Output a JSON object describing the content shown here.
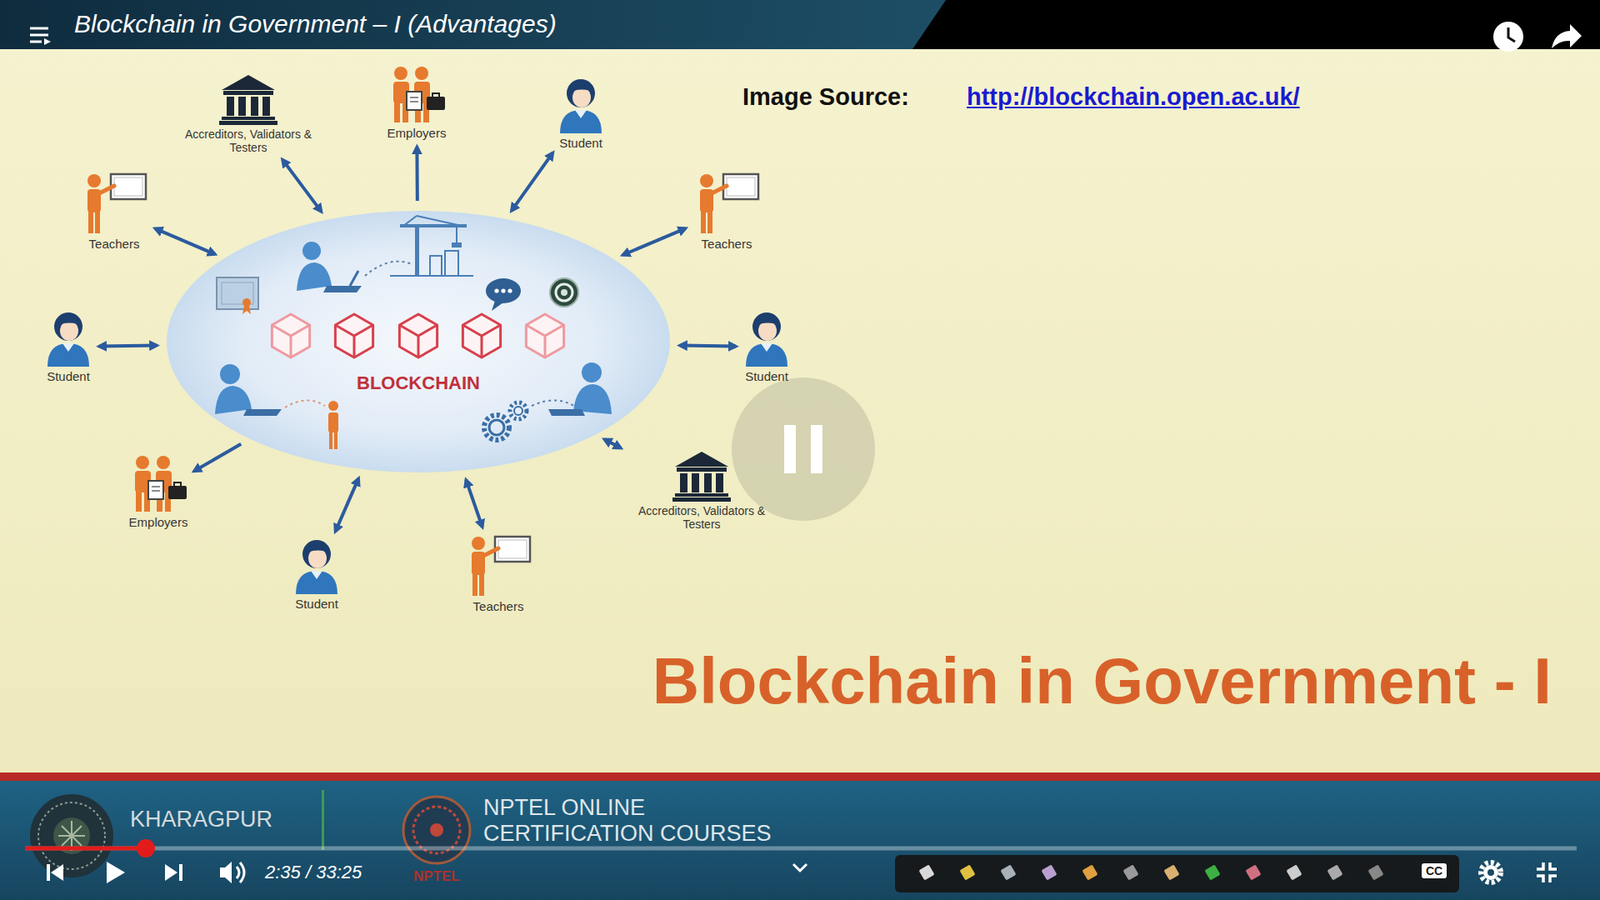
{
  "diagram": {
    "title": "Blockchain in Government - I",
    "nodes": [
      {
        "text": [
          "Accreditors, Validators & Testers"
        ]
      },
      {
        "text": [
          "Employers"
        ]
      },
      {
        "text": [
          "Student"
        ]
      },
      {
        "text": [
          "Teachers"
        ]
      },
      {
        "text": [
          "Teachers"
        ]
      },
      {
        "text": [
          "BLOCKCHAIN"
        ]
      },
      {
        "text": [
          "Student"
        ]
      },
      {
        "text": [
          "Student"
        ]
      },
      {
        "text": [
          "Accreditors, Validators & Testers"
        ]
      },
      {
        "text": [
          "Employers"
        ]
      },
      {
        "text": [
          "Student"
        ]
      },
      {
        "text": [
          "Teachers"
        ]
      }
    ],
    "edges": [
      {
        "from": 0,
        "to": 5,
        "arrow": "both"
      },
      {
        "from": 5,
        "to": 1,
        "arrow": "to"
      },
      {
        "from": 2,
        "to": 5,
        "arrow": "both"
      },
      {
        "from": 3,
        "to": 5,
        "arrow": "both"
      },
      {
        "from": 4,
        "to": 5,
        "arrow": "both"
      },
      {
        "from": 6,
        "to": 5,
        "arrow": "both"
      },
      {
        "from": 7,
        "to": 5,
        "arrow": "both"
      },
      {
        "from": 8,
        "to": 5,
        "arrow": "both"
      },
      {
        "from": 5,
        "to": 9,
        "arrow": "to"
      },
      {
        "from": 10,
        "to": 5,
        "arrow": "both"
      },
      {
        "from": 11,
        "to": 5,
        "arrow": "both"
      }
    ],
    "labels": [
      "Blockchain in Government – I (Advantages)",
      "Image Source:",
      "http://blockchain.open.ac.uk/",
      "KHARAGPUR",
      "NPTEL ONLINE CERTIFICATION COURSES",
      "NPTEL",
      "2:35 / 33:25",
      "CC"
    ]
  }
}
